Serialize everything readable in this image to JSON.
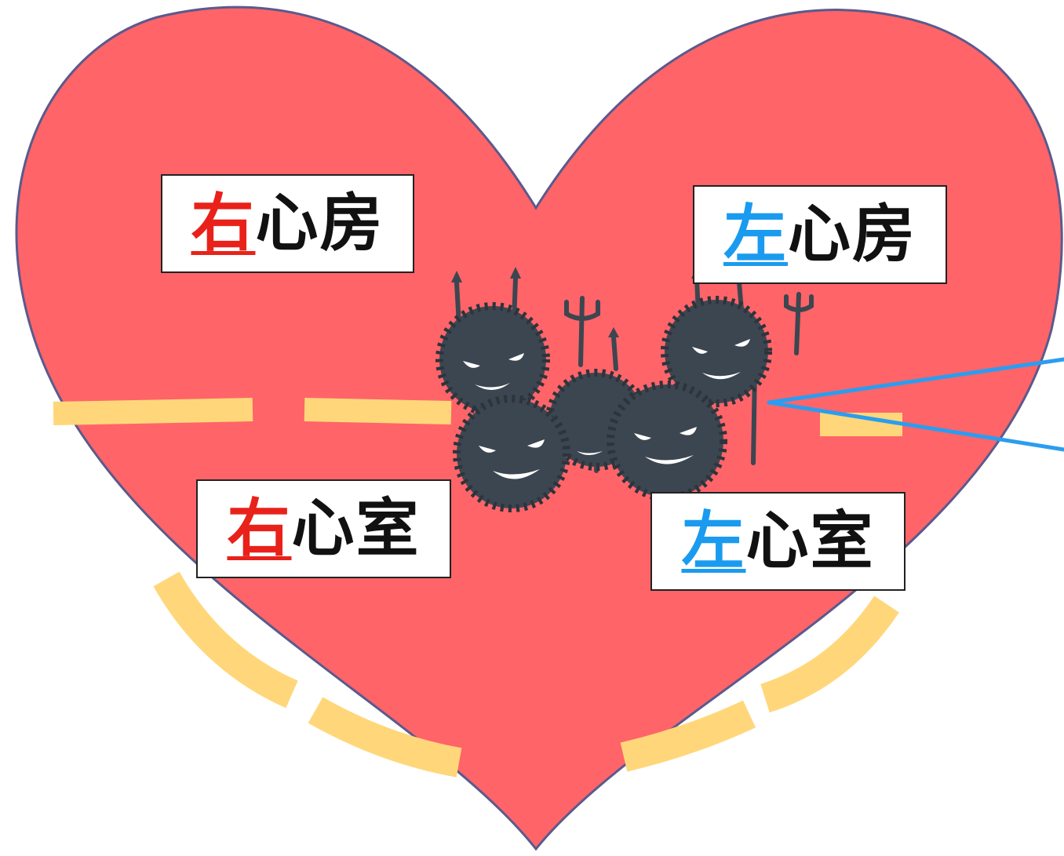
{
  "labels": {
    "right_atrium": {
      "side": "右",
      "rest": "心房"
    },
    "left_atrium": {
      "side": "左",
      "rest": "心房"
    },
    "right_ventricle": {
      "side": "右",
      "rest": "心室"
    },
    "left_ventricle": {
      "side": "左",
      "rest": "心室"
    }
  },
  "colors": {
    "heart_fill": "#ff6469",
    "heart_outline": "#5a5a8c",
    "divider": "#ffd77a",
    "right_text": "#e8221a",
    "left_text": "#1a9bef",
    "germ": "#3c4650",
    "blue_lines": "#2a9df0"
  },
  "icons": [
    "germ-devil-icon"
  ]
}
